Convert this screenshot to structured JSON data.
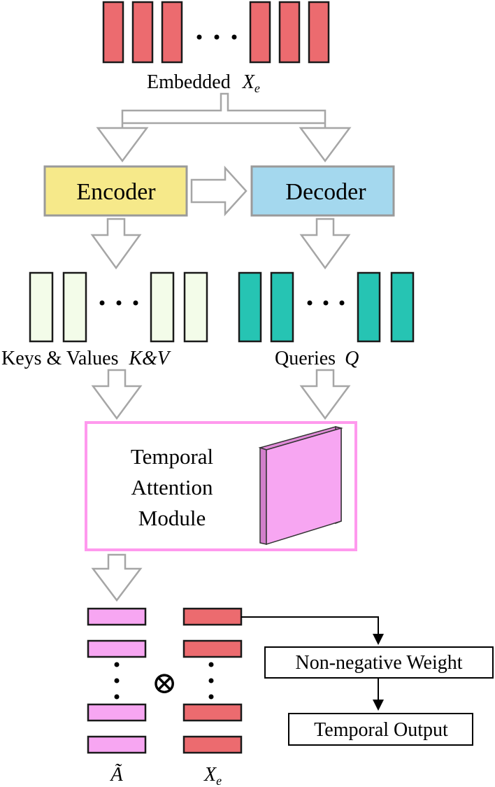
{
  "embedded": {
    "label": "Embedded",
    "symbol_base": "X",
    "symbol_sub": "e"
  },
  "encoder": {
    "label": "Encoder"
  },
  "decoder": {
    "label": "Decoder"
  },
  "keys_values": {
    "label": "Keys & Values",
    "symbol": "K&V"
  },
  "queries": {
    "label": "Queries",
    "symbol": "Q"
  },
  "attention_module": {
    "line1": "Temporal",
    "line2": "Attention",
    "line3": "Module"
  },
  "output": {
    "attention_symbol": "Ã",
    "embedded_symbol_base": "X",
    "embedded_symbol_sub": "e",
    "operator": "⊗",
    "weight_label": "Non-negative Weight",
    "result_label": "Temporal Output"
  },
  "colors": {
    "embedded": "#ec6b6f",
    "encoder": "#f6e98a",
    "decoder": "#a4d8ee",
    "keys_values": "#f3fce9",
    "queries": "#26c4b3",
    "attention": "#f7a6f2",
    "module_border": "#ff99ee",
    "block_border": "#9a9a9a",
    "arrow_stroke": "#a6a6a6"
  }
}
